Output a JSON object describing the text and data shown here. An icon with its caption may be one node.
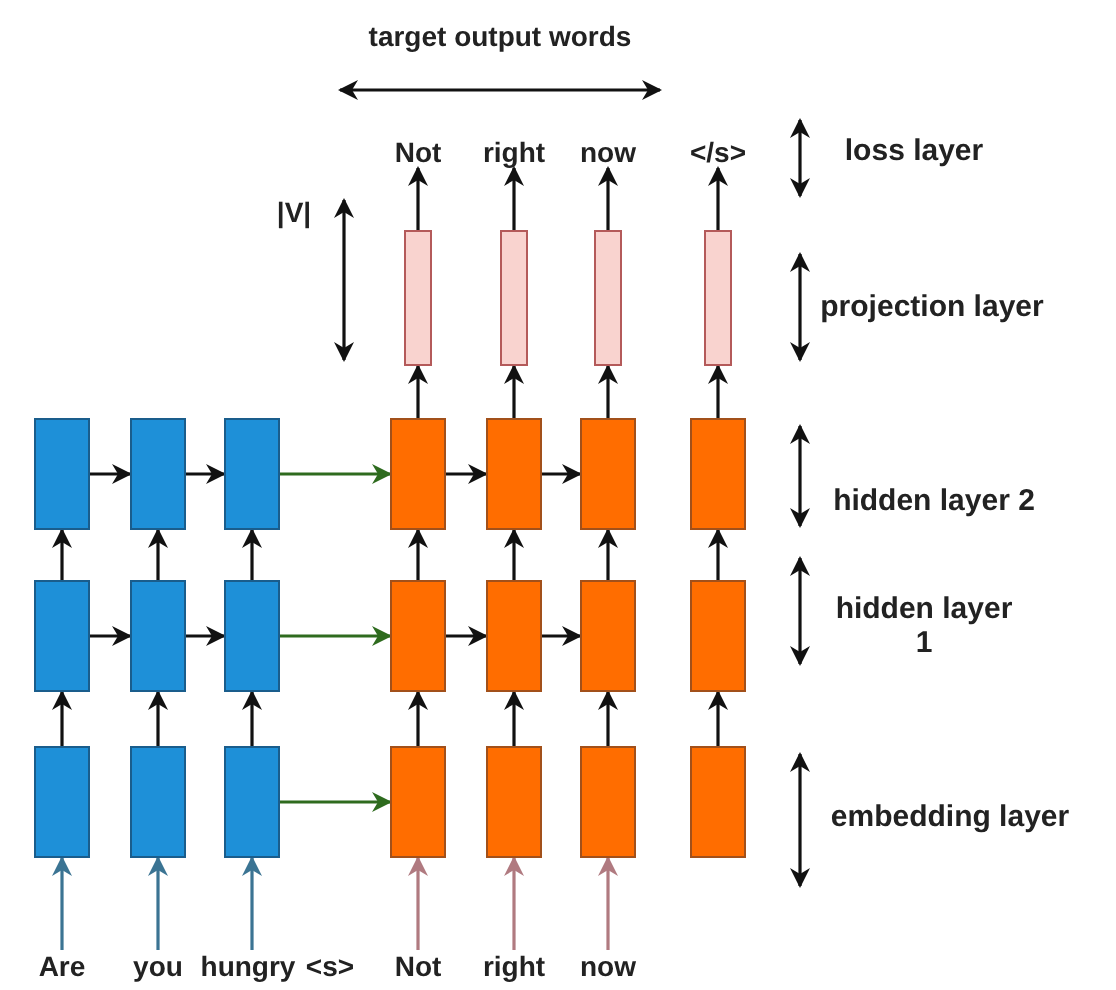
{
  "diagram": {
    "nodes": [
      {
        "text": [
          "Not"
        ]
      },
      {
        "text": [
          "right"
        ]
      },
      {
        "text": [
          "now"
        ]
      },
      {
        "text": [
          "</s>"
        ]
      },
      {
        "text": [],
        "shape": "box"
      },
      {
        "text": [],
        "shape": "box"
      },
      {
        "text": [],
        "shape": "box"
      },
      {
        "text": [],
        "shape": "box"
      },
      {
        "text": [],
        "shape": "box"
      },
      {
        "text": [],
        "shape": "box"
      },
      {
        "text": [],
        "shape": "box"
      },
      {
        "text": [],
        "shape": "box"
      },
      {
        "text": [],
        "shape": "box"
      },
      {
        "text": [],
        "shape": "box"
      },
      {
        "text": [],
        "shape": "box"
      },
      {
        "text": [],
        "shape": "box"
      },
      {
        "text": [],
        "shape": "box"
      },
      {
        "text": [],
        "shape": "box"
      },
      {
        "text": [],
        "shape": "box"
      },
      {
        "text": [],
        "shape": "box"
      },
      {
        "text": [],
        "shape": "box"
      },
      {
        "text": [],
        "shape": "box"
      },
      {
        "text": [],
        "shape": "box"
      },
      {
        "text": [],
        "shape": "box"
      },
      {
        "text": [],
        "shape": "box"
      },
      {
        "text": [],
        "shape": "box"
      },
      {
        "text": [],
        "shape": "box"
      },
      {
        "text": [],
        "shape": "box"
      },
      {
        "text": [],
        "shape": "box"
      },
      {
        "text": [
          "Are"
        ]
      },
      {
        "text": [
          "you"
        ]
      },
      {
        "text": [
          "hungry"
        ]
      },
      {
        "text": [
          "Not"
        ]
      },
      {
        "text": [
          "right"
        ]
      },
      {
        "text": [
          "now"
        ]
      }
    ],
    "edges": [
      {
        "from": 29,
        "to": 22,
        "arrow": "to",
        "color": "#3b7493"
      },
      {
        "from": 30,
        "to": 23,
        "arrow": "to",
        "color": "#3b7493"
      },
      {
        "from": 31,
        "to": 24,
        "arrow": "to",
        "color": "#3b7493"
      },
      {
        "from": 32,
        "to": 25,
        "arrow": "to",
        "color": "#b07a80"
      },
      {
        "from": 33,
        "to": 26,
        "arrow": "to",
        "color": "#b07a80"
      },
      {
        "from": 34,
        "to": 27,
        "arrow": "to",
        "color": "#b07a80"
      },
      {
        "from": 22,
        "to": 15,
        "arrow": "to"
      },
      {
        "from": 23,
        "to": 16,
        "arrow": "to"
      },
      {
        "from": 24,
        "to": 17,
        "arrow": "to"
      },
      {
        "from": 15,
        "to": 8,
        "arrow": "to"
      },
      {
        "from": 16,
        "to": 9,
        "arrow": "to"
      },
      {
        "from": 17,
        "to": 10,
        "arrow": "to"
      },
      {
        "from": 15,
        "to": 16,
        "arrow": "to"
      },
      {
        "from": 16,
        "to": 17,
        "arrow": "to"
      },
      {
        "from": 8,
        "to": 9,
        "arrow": "to"
      },
      {
        "from": 9,
        "to": 10,
        "arrow": "to"
      },
      {
        "from": 10,
        "to": 11,
        "arrow": "to",
        "color": "#2e6b1e"
      },
      {
        "from": 17,
        "to": 18,
        "arrow": "to",
        "color": "#2e6b1e"
      },
      {
        "from": 24,
        "to": 25,
        "arrow": "to",
        "color": "#2e6b1e"
      },
      {
        "from": 25,
        "to": 18,
        "arrow": "to"
      },
      {
        "from": 26,
        "to": 19,
        "arrow": "to"
      },
      {
        "from": 27,
        "to": 20,
        "arrow": "to"
      },
      {
        "from": 28,
        "to": 21,
        "arrow": "to"
      },
      {
        "from": 18,
        "to": 11,
        "arrow": "to"
      },
      {
        "from": 19,
        "to": 12,
        "arrow": "to"
      },
      {
        "from": 20,
        "to": 13,
        "arrow": "to"
      },
      {
        "from": 21,
        "to": 14,
        "arrow": "to"
      },
      {
        "from": 18,
        "to": 19,
        "arrow": "to"
      },
      {
        "from": 19,
        "to": 20,
        "arrow": "to"
      },
      {
        "from": 11,
        "to": 12,
        "arrow": "to"
      },
      {
        "from": 12,
        "to": 13,
        "arrow": "to"
      },
      {
        "from": 11,
        "to": 4,
        "arrow": "to"
      },
      {
        "from": 12,
        "to": 5,
        "arrow": "to"
      },
      {
        "from": 13,
        "to": 6,
        "arrow": "to"
      },
      {
        "from": 14,
        "to": 7,
        "arrow": "to"
      },
      {
        "from": 4,
        "to": 0,
        "arrow": "to"
      },
      {
        "from": 5,
        "to": 1,
        "arrow": "to"
      },
      {
        "from": 6,
        "to": 2,
        "arrow": "to"
      },
      {
        "from": 7,
        "to": 3,
        "arrow": "to"
      }
    ],
    "labels": [
      "target output words",
      "|V|",
      "loss layer",
      "projection layer",
      "hidden layer 2",
      "hidden layer 1",
      "embedding layer",
      "<s>"
    ]
  }
}
